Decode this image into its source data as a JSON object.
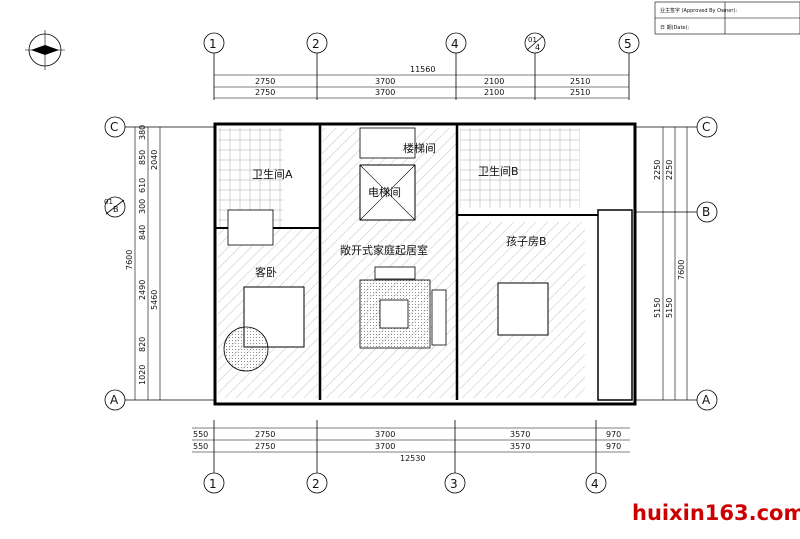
{
  "approval_box": {
    "approved_label": "业主签字 (Approved By Owner):",
    "date_label": "日 期(Date):"
  },
  "grid_top": {
    "g1": "1",
    "g2": "2",
    "g4": "4",
    "g01": "01",
    "g01b": "4",
    "g5": "5"
  },
  "grid_bottom": {
    "g1": "1",
    "g2": "2",
    "g3": "3",
    "g4": "4"
  },
  "grid_side": {
    "c": "C",
    "b": "B",
    "a": "A",
    "b01": "01",
    "b01b": "B"
  },
  "dims_top": {
    "total": "11560",
    "row1": [
      "2750",
      "3700",
      "2100",
      "2510"
    ],
    "row2": [
      "2750",
      "3700",
      "2100",
      "2510"
    ]
  },
  "dims_bottom": {
    "row1": [
      "550",
      "2750",
      "3700",
      "3570",
      "970"
    ],
    "row2": [
      "550",
      "2750",
      "3700",
      "3570",
      "970"
    ],
    "total": "12530"
  },
  "dims_left": {
    "outer": [
      "380",
      "850",
      "2040",
      "610",
      "300",
      "840",
      "2490",
      "5460",
      "820",
      "1020"
    ],
    "total": "7600"
  },
  "dims_right": {
    "outer": [
      "2250",
      "2250",
      "5150",
      "5150"
    ],
    "total": "7600"
  },
  "rooms": {
    "bath_a": "卫生间A",
    "stair": "楼梯间",
    "elevator": "电梯间",
    "bath_b": "卫生间B",
    "family_room": "敞开式家庭起居室",
    "guest": "客卧",
    "kids": "孩子房B"
  },
  "watermark": "huixin163.com"
}
